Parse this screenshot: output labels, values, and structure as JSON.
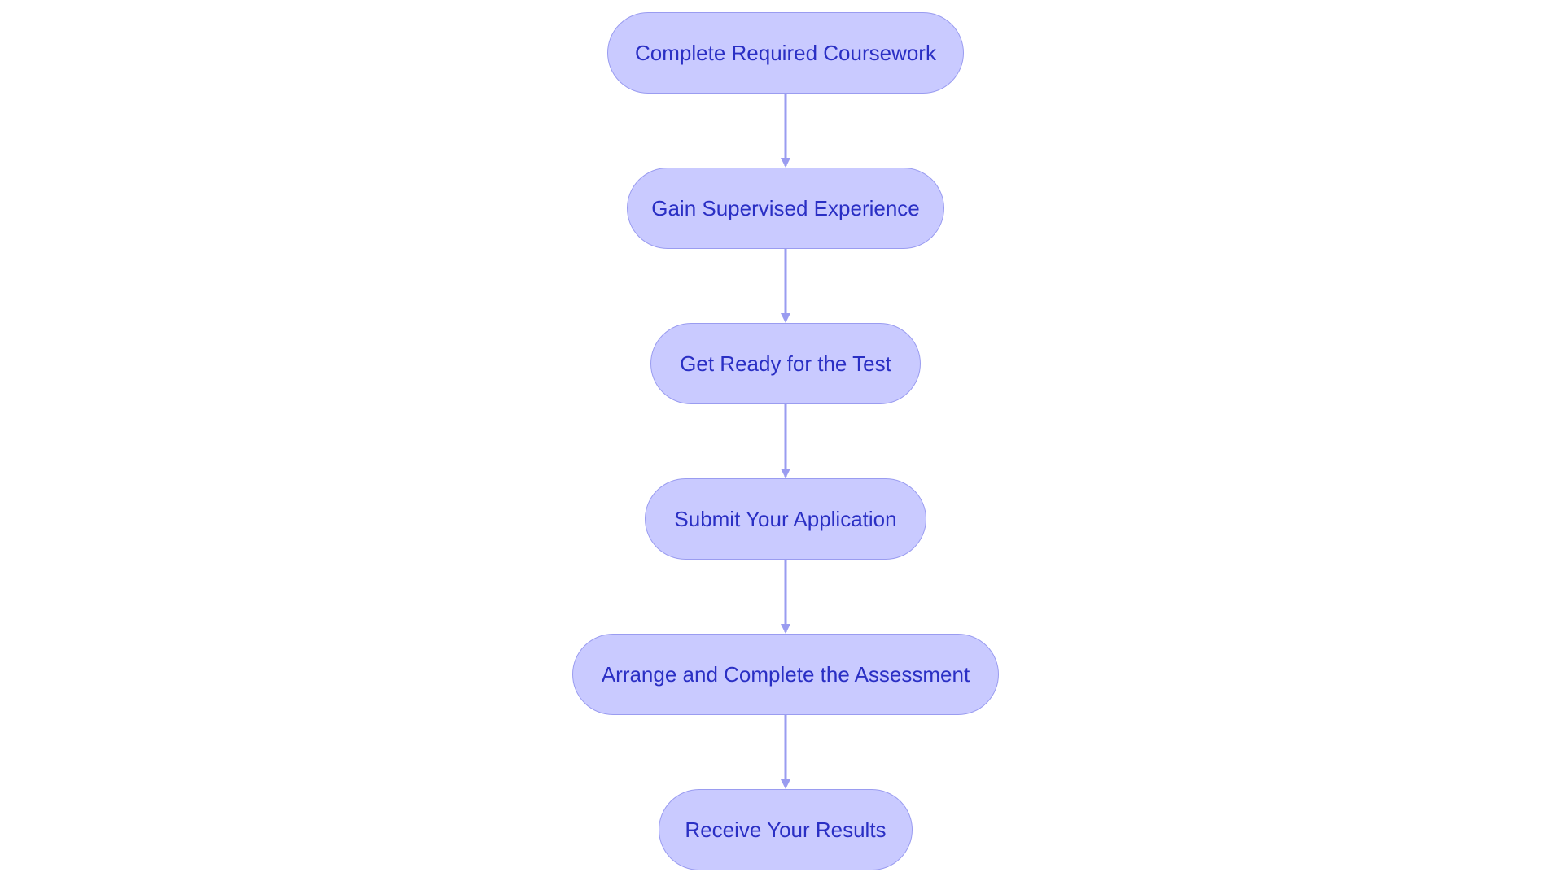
{
  "flowchart": {
    "steps": [
      {
        "label": "Complete Required Coursework"
      },
      {
        "label": "Gain Supervised Experience"
      },
      {
        "label": "Get Ready for the Test"
      },
      {
        "label": "Submit Your Application"
      },
      {
        "label": "Arrange and Complete the Assessment"
      },
      {
        "label": "Receive Your Results"
      }
    ],
    "colors": {
      "node_fill": "#c9caff",
      "node_border": "#9a9cf0",
      "text": "#2a2fc4",
      "edge": "#9a9cf0"
    }
  }
}
